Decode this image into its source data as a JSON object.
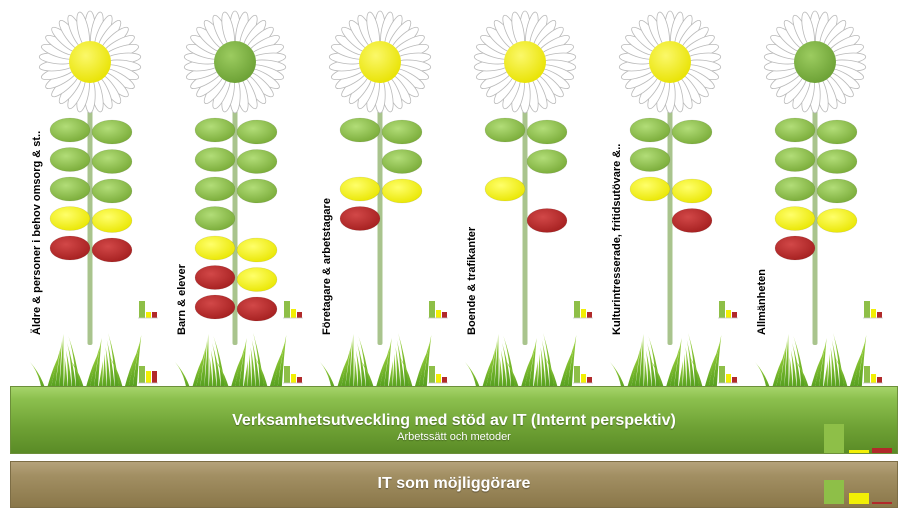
{
  "colors": {
    "green": "#8ebf48",
    "yellow": "#f2ef05",
    "red": "#b12a2a",
    "stem": "#a9c48d",
    "petal": "#ffffff",
    "center_yellow": "#f1ec00",
    "center_green": "#7ab03f"
  },
  "flowers": [
    {
      "label": "Äldre & personer i behov omsorg & st..",
      "center": "yellow",
      "leaves": [
        "green",
        "green",
        "green",
        "green",
        "green",
        "green",
        "yellow",
        "yellow",
        "red",
        "red"
      ],
      "mini_top": [
        0.85,
        0.3,
        0.3
      ],
      "mini_bottom": [
        0.85,
        0.6,
        0.6
      ]
    },
    {
      "label": "Barn & elever",
      "center": "green",
      "leaves": [
        "green",
        "green",
        "green",
        "green",
        "green",
        "green",
        "green",
        "none",
        "yellow",
        "yellow",
        "red",
        "yellow",
        "red",
        "red"
      ],
      "mini_top": [
        0.85,
        0.45,
        0.3
      ],
      "mini_bottom": [
        0.85,
        0.45,
        0.3
      ]
    },
    {
      "label": "Företagare & arbetstagare",
      "center": "yellow",
      "leaves": [
        "green",
        "green",
        "none",
        "green",
        "yellow",
        "yellow",
        "red",
        "none"
      ],
      "mini_top": [
        0.85,
        0.4,
        0.3
      ],
      "mini_bottom": [
        0.85,
        0.45,
        0.3
      ]
    },
    {
      "label": "Boende & trafikanter",
      "center": "yellow",
      "leaves": [
        "green",
        "green",
        "none",
        "green",
        "yellow",
        "none",
        "none",
        "red"
      ],
      "mini_top": [
        0.85,
        0.45,
        0.3
      ],
      "mini_bottom": [
        0.85,
        0.45,
        0.3
      ]
    },
    {
      "label": "Kulturintresserade, fritidsutövare &..",
      "center": "yellow",
      "leaves": [
        "green",
        "green",
        "green",
        "none",
        "yellow",
        "yellow",
        "none",
        "red"
      ],
      "mini_top": [
        0.85,
        0.4,
        0.3
      ],
      "mini_bottom": [
        0.85,
        0.45,
        0.3
      ]
    },
    {
      "label": "Allmänheten",
      "center": "green",
      "leaves": [
        "green",
        "green",
        "green",
        "green",
        "green",
        "green",
        "yellow",
        "yellow",
        "red",
        "none"
      ],
      "mini_top": [
        0.85,
        0.45,
        0.3
      ],
      "mini_bottom": [
        0.85,
        0.45,
        0.3
      ]
    }
  ],
  "bands": {
    "business": {
      "title": "Verksamhetsutveckling med stöd av IT (Internt perspektiv)",
      "subtitle": "Arbetssätt och metoder",
      "bars": [
        1.0,
        0.12,
        0.18
      ]
    },
    "it": {
      "title": "IT som möjliggörare",
      "bars": [
        0.8,
        0.38,
        0.05
      ]
    }
  }
}
